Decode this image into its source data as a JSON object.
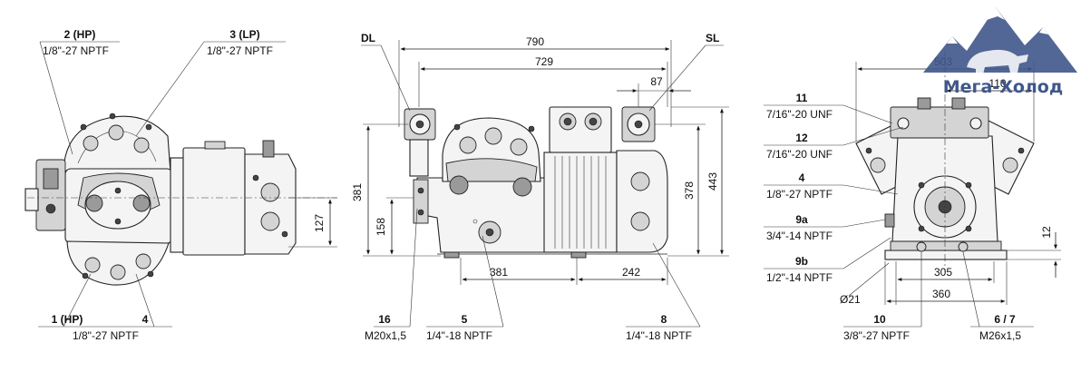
{
  "labels": {
    "top_2hp_num": "2 (HP)",
    "top_2hp_thread": "1/8\"-27 NPTF",
    "top_3lp_num": "3 (LP)",
    "top_3lp_thread": "1/8\"-27 NPTF",
    "bot_1hp_num": "1 (HP)",
    "bot_4_num": "4",
    "bot_thread": "1/8\"-27 NPTF",
    "dl": "DL",
    "sl": "SL",
    "p16_num": "16",
    "p16_thread": "M20x1,5",
    "p5_num": "5",
    "p5_thread": "1/4\"-18 NPTF",
    "p8_num": "8",
    "p8_thread": "1/4\"-18 NPTF",
    "p11_num": "11",
    "p11_thread": "7/16\"-20 UNF",
    "p12_num": "12",
    "p12_thread": "7/16\"-20 UNF",
    "p4_num": "4",
    "p4_thread": "1/8\"-27 NPTF",
    "p9a_num": "9a",
    "p9a_thread": "3/4\"-14 NPTF",
    "p9b_num": "9b",
    "p9b_thread": "1/2\"-14 NPTF",
    "d21": "Ø21",
    "p10_num": "10",
    "p10_thread": "3/8\"-27 NPTF",
    "p67_num": "6 / 7",
    "p67_thread": "M26x1,5"
  },
  "dimensions": {
    "d127": "127",
    "d790": "790",
    "d729": "729",
    "d87": "87",
    "d381v": "381",
    "d158": "158",
    "d378": "378",
    "d443": "443",
    "d381h": "381",
    "d242": "242",
    "d503": "503",
    "d110": "110",
    "d12": "12",
    "d305": "305",
    "d360": "360"
  },
  "brand": {
    "text": "Мега-Холод"
  },
  "colors": {
    "line": "#222222",
    "fill": "#f4f4f4",
    "brand": "#3f5789"
  }
}
